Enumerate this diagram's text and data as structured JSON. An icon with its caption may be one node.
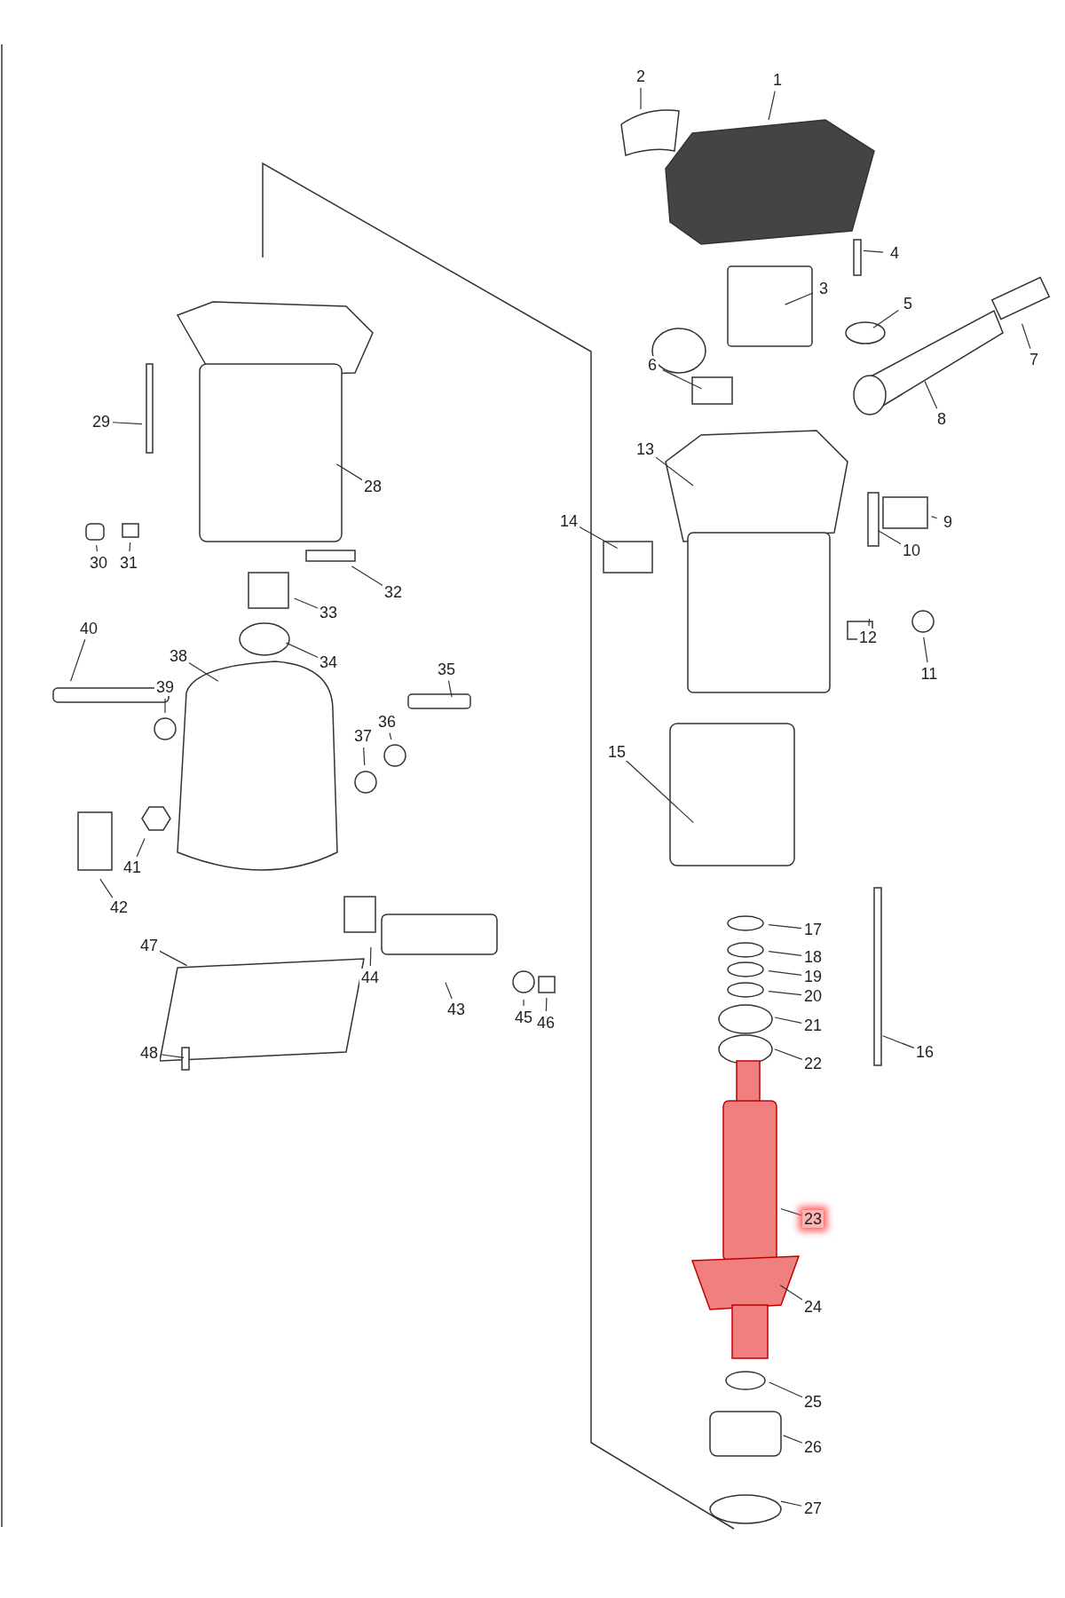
{
  "diagram": {
    "nodes": [
      {
        "text": [
          "1"
        ]
      },
      {
        "text": [
          "2"
        ]
      },
      {
        "text": [
          "3"
        ]
      },
      {
        "text": [
          "4"
        ]
      },
      {
        "text": [
          "5"
        ]
      },
      {
        "text": [
          "6"
        ]
      },
      {
        "text": [
          "7"
        ]
      },
      {
        "text": [
          "8"
        ]
      },
      {
        "text": [
          "9"
        ]
      },
      {
        "text": [
          "10"
        ]
      },
      {
        "text": [
          "11"
        ]
      },
      {
        "text": [
          "12"
        ]
      },
      {
        "text": [
          "13"
        ]
      },
      {
        "text": [
          "14"
        ]
      },
      {
        "text": [
          "15"
        ]
      },
      {
        "text": [
          "16"
        ]
      },
      {
        "text": [
          "17"
        ]
      },
      {
        "text": [
          "18"
        ]
      },
      {
        "text": [
          "19"
        ]
      },
      {
        "text": [
          "20"
        ]
      },
      {
        "text": [
          "21"
        ]
      },
      {
        "text": [
          "22"
        ]
      },
      {
        "text": [
          "23"
        ]
      },
      {
        "text": [
          "24"
        ]
      },
      {
        "text": [
          "25"
        ]
      },
      {
        "text": [
          "26"
        ]
      },
      {
        "text": [
          "27"
        ]
      },
      {
        "text": [
          "28"
        ]
      },
      {
        "text": [
          "29"
        ]
      },
      {
        "text": [
          "30"
        ]
      },
      {
        "text": [
          "31"
        ]
      },
      {
        "text": [
          "32"
        ]
      },
      {
        "text": [
          "33"
        ]
      },
      {
        "text": [
          "34"
        ]
      },
      {
        "text": [
          "35"
        ]
      },
      {
        "text": [
          "36"
        ]
      },
      {
        "text": [
          "37"
        ]
      },
      {
        "text": [
          "38"
        ]
      },
      {
        "text": [
          "39"
        ]
      },
      {
        "text": [
          "40"
        ]
      },
      {
        "text": [
          "41"
        ]
      },
      {
        "text": [
          "42"
        ]
      },
      {
        "text": [
          "43"
        ]
      },
      {
        "text": [
          "44"
        ]
      },
      {
        "text": [
          "45"
        ]
      },
      {
        "text": [
          "46"
        ]
      },
      {
        "text": [
          "47"
        ]
      },
      {
        "text": [
          "48"
        ]
      }
    ],
    "edges": [
      {
        "from": 0,
        "to": null,
        "arrow": "none"
      },
      {
        "from": 1,
        "to": null,
        "arrow": "none"
      },
      {
        "from": 2,
        "to": null,
        "arrow": "none"
      },
      {
        "from": 3,
        "to": null,
        "arrow": "none"
      },
      {
        "from": 4,
        "to": null,
        "arrow": "none"
      },
      {
        "from": 5,
        "to": null,
        "arrow": "none"
      },
      {
        "from": 6,
        "to": null,
        "arrow": "none"
      },
      {
        "from": 7,
        "to": null,
        "arrow": "none"
      },
      {
        "from": 8,
        "to": null,
        "arrow": "none"
      },
      {
        "from": 9,
        "to": null,
        "arrow": "none"
      },
      {
        "from": 10,
        "to": null,
        "arrow": "none"
      },
      {
        "from": 11,
        "to": null,
        "arrow": "none"
      },
      {
        "from": 12,
        "to": null,
        "arrow": "none"
      },
      {
        "from": 13,
        "to": null,
        "arrow": "none"
      },
      {
        "from": 14,
        "to": null,
        "arrow": "none"
      },
      {
        "from": 15,
        "to": null,
        "arrow": "none"
      },
      {
        "from": 16,
        "to": null,
        "arrow": "none"
      },
      {
        "from": 17,
        "to": null,
        "arrow": "none"
      },
      {
        "from": 18,
        "to": null,
        "arrow": "none"
      },
      {
        "from": 19,
        "to": null,
        "arrow": "none"
      },
      {
        "from": 20,
        "to": null,
        "arrow": "none"
      },
      {
        "from": 21,
        "to": null,
        "arrow": "none"
      },
      {
        "from": 22,
        "to": null,
        "arrow": "none"
      },
      {
        "from": 23,
        "to": null,
        "arrow": "none"
      },
      {
        "from": 24,
        "to": null,
        "arrow": "none"
      },
      {
        "from": 25,
        "to": null,
        "arrow": "none"
      },
      {
        "from": 26,
        "to": null,
        "arrow": "none"
      },
      {
        "from": 27,
        "to": null,
        "arrow": "none"
      },
      {
        "from": 28,
        "to": null,
        "arrow": "none"
      },
      {
        "from": 29,
        "to": null,
        "arrow": "none"
      },
      {
        "from": 30,
        "to": null,
        "arrow": "none"
      },
      {
        "from": 31,
        "to": null,
        "arrow": "none"
      },
      {
        "from": 32,
        "to": null,
        "arrow": "none"
      },
      {
        "from": 33,
        "to": null,
        "arrow": "none"
      },
      {
        "from": 34,
        "to": null,
        "arrow": "none"
      },
      {
        "from": 35,
        "to": null,
        "arrow": "none"
      },
      {
        "from": 36,
        "to": null,
        "arrow": "none"
      },
      {
        "from": 37,
        "to": null,
        "arrow": "none"
      },
      {
        "from": 38,
        "to": null,
        "arrow": "none"
      },
      {
        "from": 39,
        "to": null,
        "arrow": "none"
      },
      {
        "from": 40,
        "to": null,
        "arrow": "none"
      },
      {
        "from": 41,
        "to": null,
        "arrow": "none"
      },
      {
        "from": 42,
        "to": null,
        "arrow": "none"
      },
      {
        "from": 43,
        "to": null,
        "arrow": "none"
      },
      {
        "from": 44,
        "to": null,
        "arrow": "none"
      },
      {
        "from": 45,
        "to": null,
        "arrow": "none"
      },
      {
        "from": 46,
        "to": null,
        "arrow": "none"
      },
      {
        "from": 47,
        "to": null,
        "arrow": "none"
      }
    ]
  }
}
